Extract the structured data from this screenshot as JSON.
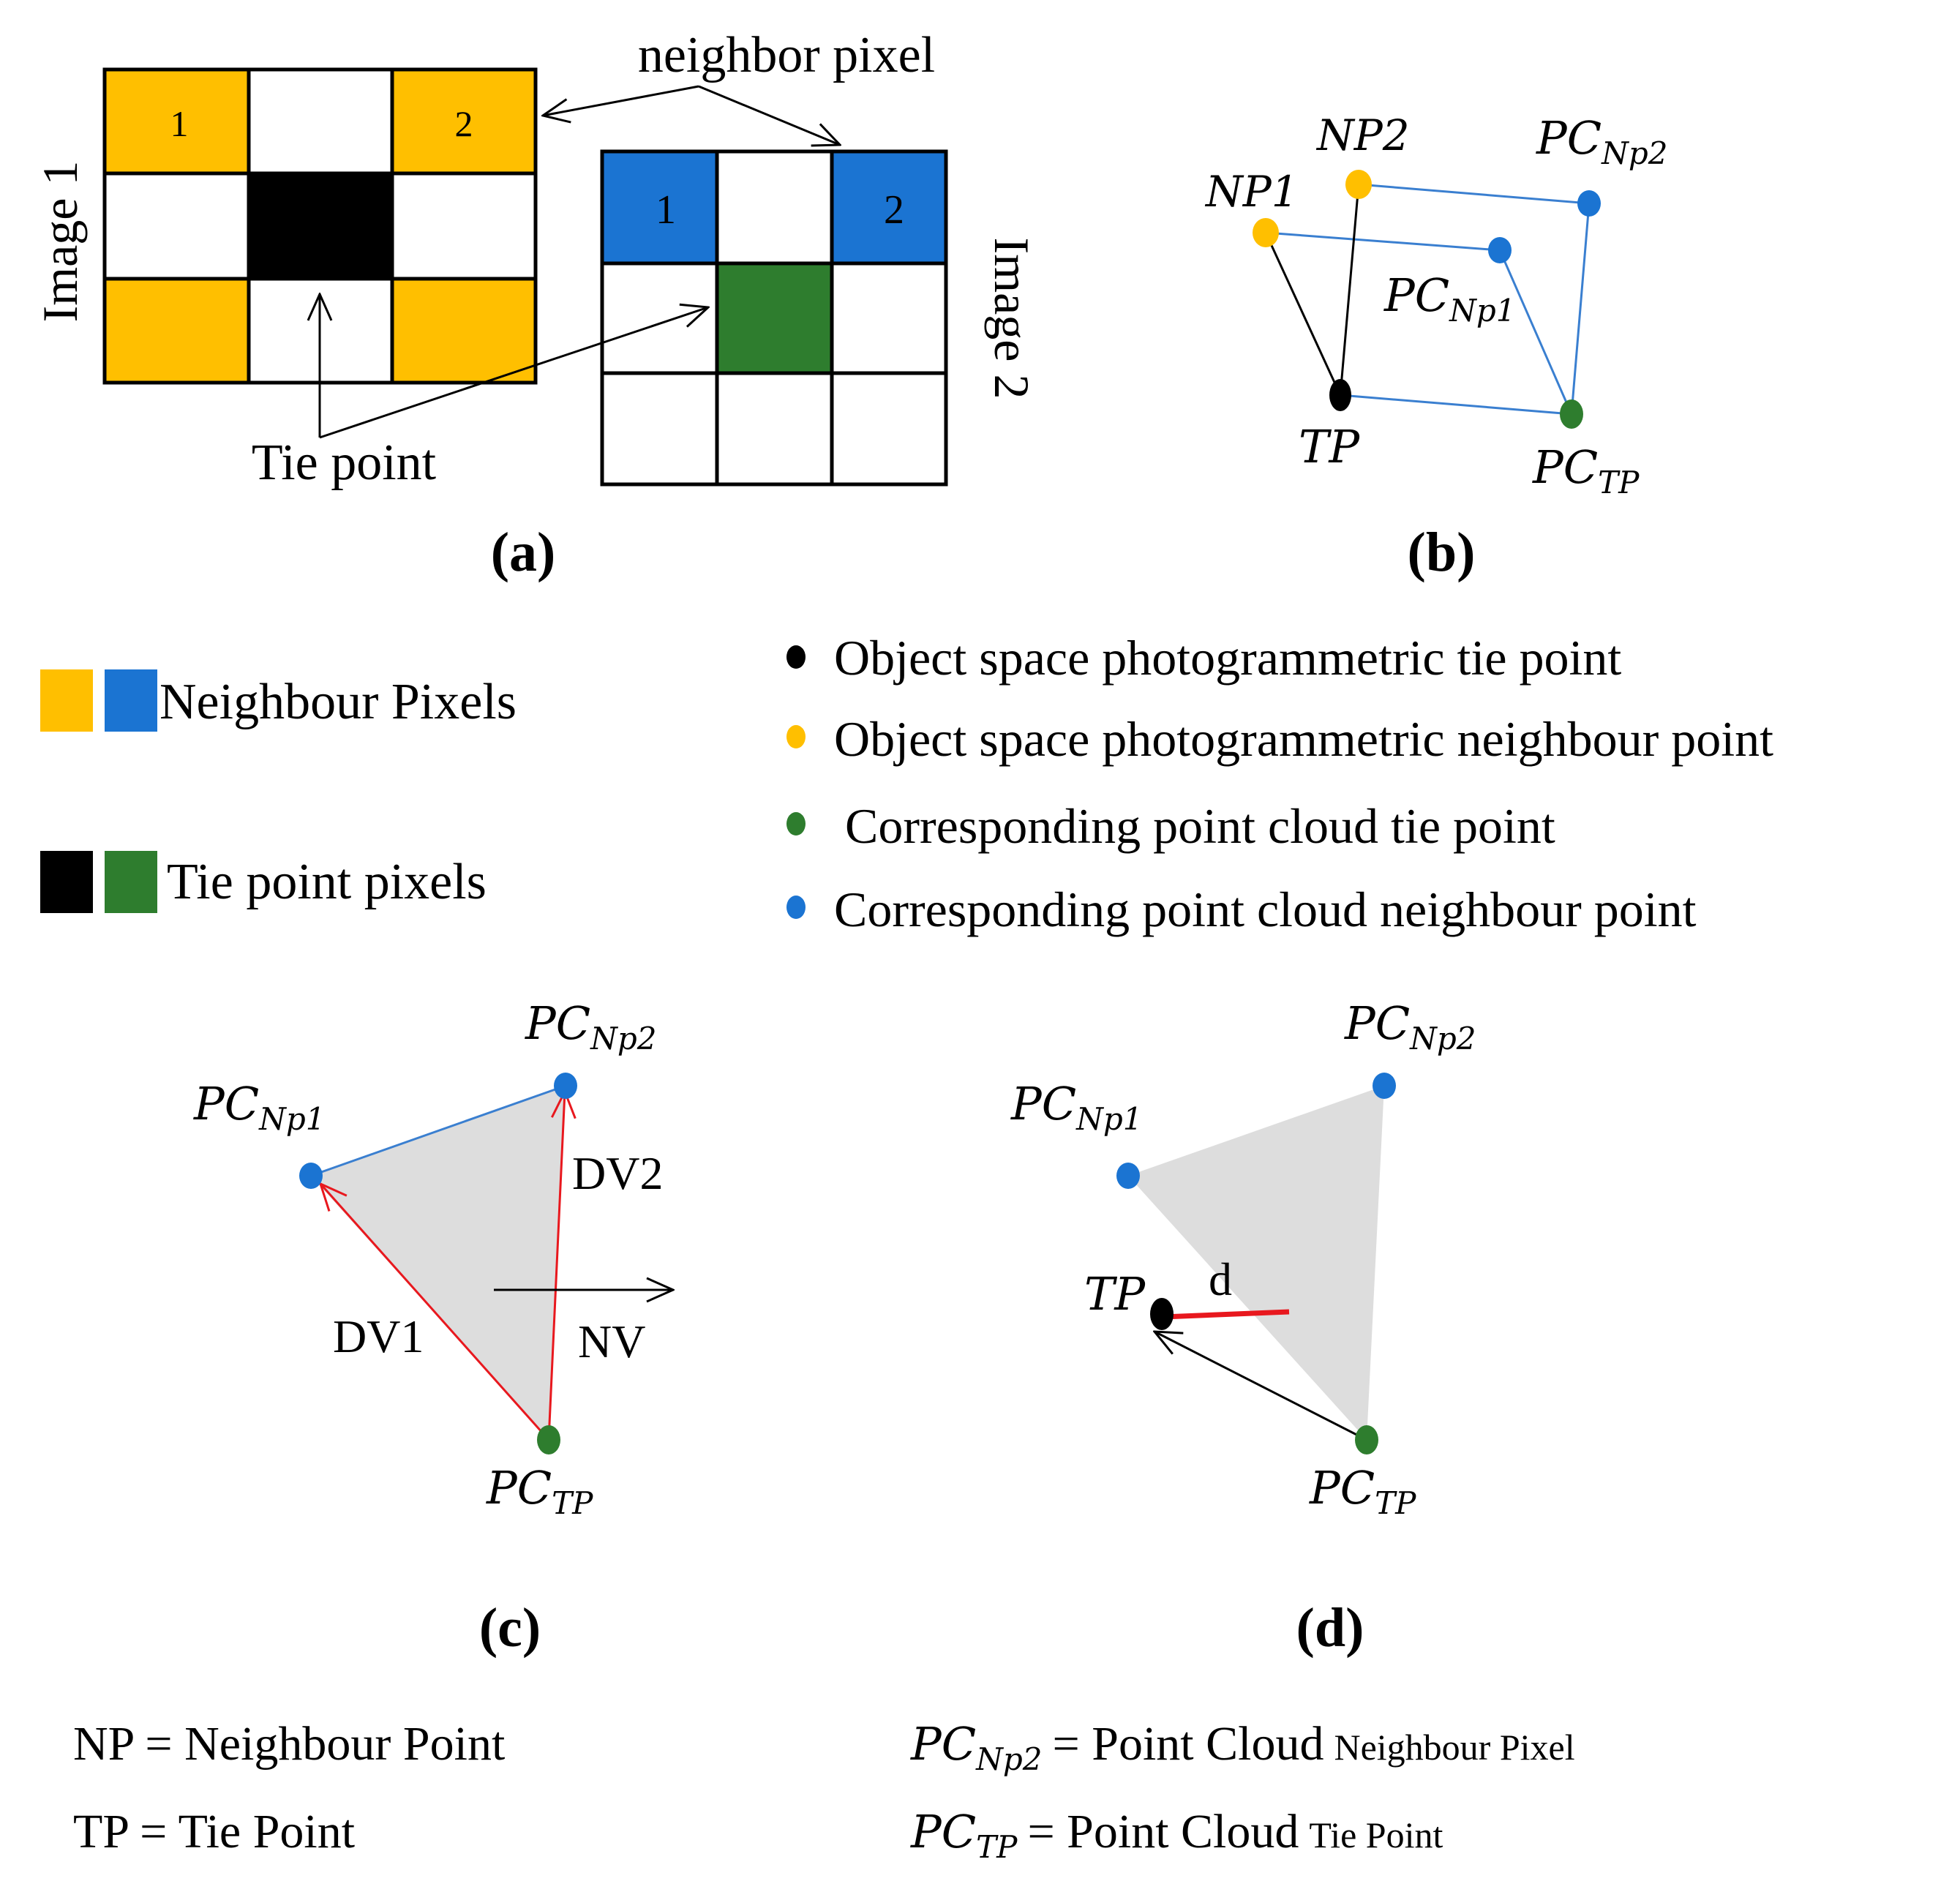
{
  "colors": {
    "yellow": "#FFBF00",
    "blue": "#1B74D2",
    "green": "#2E7D2E",
    "black": "#000000",
    "red": "#E8181E",
    "gray": "#DDDDDD",
    "line_blue": "#3A7FD0"
  },
  "panel_a": {
    "label": "(a)",
    "image1_label": "Image 1",
    "image2_label": "Image 2",
    "neighbor_label": "neighbor pixel",
    "tie_label": "Tie point",
    "image1_cells": [
      "1",
      "",
      "2"
    ],
    "image2_cells": [
      "1",
      "",
      "2"
    ]
  },
  "panel_b": {
    "label": "(b)",
    "np1": {
      "base": "NP",
      "sub": "1"
    },
    "np2": {
      "base": "NP",
      "sub": "2"
    },
    "pc_np1": {
      "base": "PC",
      "sub": "Np1"
    },
    "pc_np2": {
      "base": "PC",
      "sub": "Np2"
    },
    "tp": {
      "base": "TP",
      "sub": ""
    },
    "pc_tp": {
      "base": "PC",
      "sub": "TP"
    }
  },
  "legend_left": {
    "neighbour": "Neighbour Pixels",
    "tie": "Tie point pixels"
  },
  "legend_right": [
    {
      "color": "black",
      "text": "Object space photogrammetric tie point"
    },
    {
      "color": "yellow",
      "text": "Object space photogrammetric neighbour point"
    },
    {
      "color": "green",
      "text": "Corresponding point cloud tie point"
    },
    {
      "color": "blue",
      "text": "Corresponding point cloud neighbour point"
    }
  ],
  "panel_c": {
    "label": "(c)",
    "pc_np1": {
      "base": "PC",
      "sub": "Np1"
    },
    "pc_np2": {
      "base": "PC",
      "sub": "Np2"
    },
    "pc_tp": {
      "base": "PC",
      "sub": "TP"
    },
    "dv1": "DV1",
    "dv2": "DV2",
    "nv": "NV"
  },
  "panel_d": {
    "label": "(d)",
    "pc_np1": {
      "base": "PC",
      "sub": "Np1"
    },
    "pc_np2": {
      "base": "PC",
      "sub": "Np2"
    },
    "pc_tp": {
      "base": "PC",
      "sub": "TP"
    },
    "tp": "TP",
    "d": "d"
  },
  "definitions": {
    "np": "NP = Neighbour Point",
    "tp": "TP = Tie Point",
    "pc_np2": {
      "base": "PC",
      "sub": "Np2",
      "eq": "= Point Cloud",
      "small": "Neighbour Pixel"
    },
    "pc_tp": {
      "base": "PC",
      "sub": "TP",
      "eq": "= Point Cloud",
      "small": "Tie Point"
    }
  }
}
